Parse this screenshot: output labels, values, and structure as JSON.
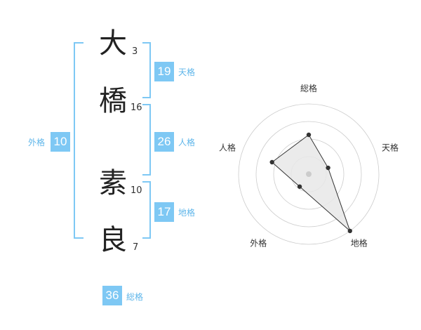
{
  "name_chars": [
    {
      "char": "大",
      "strokes": "3"
    },
    {
      "char": "橋",
      "strokes": "16"
    },
    {
      "char": "素",
      "strokes": "10"
    },
    {
      "char": "良",
      "strokes": "7"
    }
  ],
  "kakusu": {
    "tenkaku": {
      "value": "19",
      "label": "天格"
    },
    "jinkaku": {
      "value": "26",
      "label": "人格"
    },
    "chikaku": {
      "value": "17",
      "label": "地格"
    },
    "gaikaku": {
      "value": "10",
      "label": "外格"
    },
    "soukaku": {
      "value": "36",
      "label": "総格"
    }
  },
  "colors": {
    "accent": "#7ec8f4",
    "accent_text": "#5fb6ea",
    "radar_fill": "#e8e8e8",
    "radar_ring": "#cccccc",
    "radar_point": "#333333"
  },
  "chart_data": {
    "type": "radar",
    "axes": [
      "総格",
      "天格",
      "地格",
      "外格",
      "人格"
    ],
    "values": [
      0.56,
      0.29,
      1.0,
      0.22,
      0.55
    ],
    "range": [
      0,
      1
    ],
    "rings": 4,
    "grid": true
  }
}
